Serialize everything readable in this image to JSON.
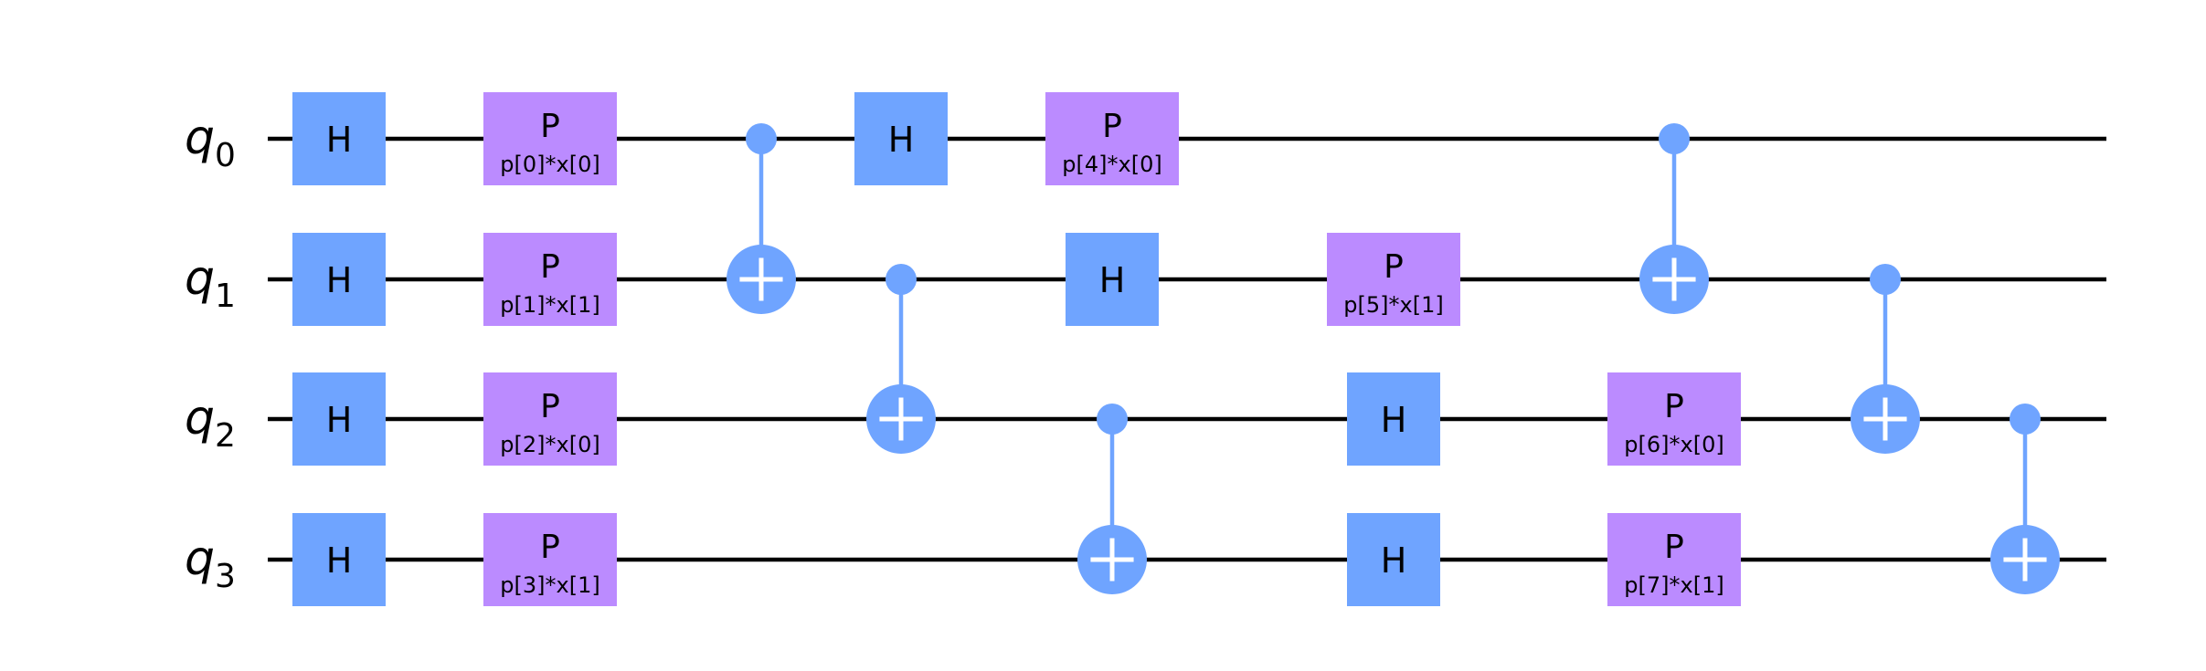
{
  "circuit": {
    "colors": {
      "wire": "#000000",
      "h_gate": "#6fa4ff",
      "p_gate": "#bb8bff",
      "control": "#6fa4ff",
      "plus": "#ffffff"
    },
    "qubits": [
      {
        "name": "q",
        "index": "0"
      },
      {
        "name": "q",
        "index": "1"
      },
      {
        "name": "q",
        "index": "2"
      },
      {
        "name": "q",
        "index": "3"
      }
    ],
    "gates": [
      {
        "type": "H",
        "qubit": 0,
        "col": 0,
        "label": "H"
      },
      {
        "type": "H",
        "qubit": 1,
        "col": 0,
        "label": "H"
      },
      {
        "type": "H",
        "qubit": 2,
        "col": 0,
        "label": "H"
      },
      {
        "type": "H",
        "qubit": 3,
        "col": 0,
        "label": "H"
      },
      {
        "type": "P",
        "qubit": 0,
        "col": 1,
        "label": "P",
        "param": "p[0]*x[0]"
      },
      {
        "type": "P",
        "qubit": 1,
        "col": 1,
        "label": "P",
        "param": "p[1]*x[1]"
      },
      {
        "type": "P",
        "qubit": 2,
        "col": 1,
        "label": "P",
        "param": "p[2]*x[0]"
      },
      {
        "type": "P",
        "qubit": 3,
        "col": 1,
        "label": "P",
        "param": "p[3]*x[1]"
      },
      {
        "type": "CX",
        "control": 0,
        "target": 1,
        "col": 2
      },
      {
        "type": "H",
        "qubit": 0,
        "col": 3,
        "label": "H"
      },
      {
        "type": "CX",
        "control": 1,
        "target": 2,
        "col": 3
      },
      {
        "type": "P",
        "qubit": 0,
        "col": 4,
        "label": "P",
        "param": "p[4]*x[0]"
      },
      {
        "type": "H",
        "qubit": 1,
        "col": 4,
        "label": "H"
      },
      {
        "type": "CX",
        "control": 2,
        "target": 3,
        "col": 4
      },
      {
        "type": "P",
        "qubit": 1,
        "col": 5,
        "label": "P",
        "param": "p[5]*x[1]"
      },
      {
        "type": "H",
        "qubit": 2,
        "col": 5,
        "label": "H"
      },
      {
        "type": "H",
        "qubit": 3,
        "col": 5,
        "label": "H"
      },
      {
        "type": "CX",
        "control": 0,
        "target": 1,
        "col": 6
      },
      {
        "type": "P",
        "qubit": 2,
        "col": 6,
        "label": "P",
        "param": "p[6]*x[0]"
      },
      {
        "type": "P",
        "qubit": 3,
        "col": 6,
        "label": "P",
        "param": "p[7]*x[1]"
      },
      {
        "type": "CX",
        "control": 1,
        "target": 2,
        "col": 7
      },
      {
        "type": "CX",
        "control": 2,
        "target": 3,
        "col": 8
      }
    ]
  }
}
